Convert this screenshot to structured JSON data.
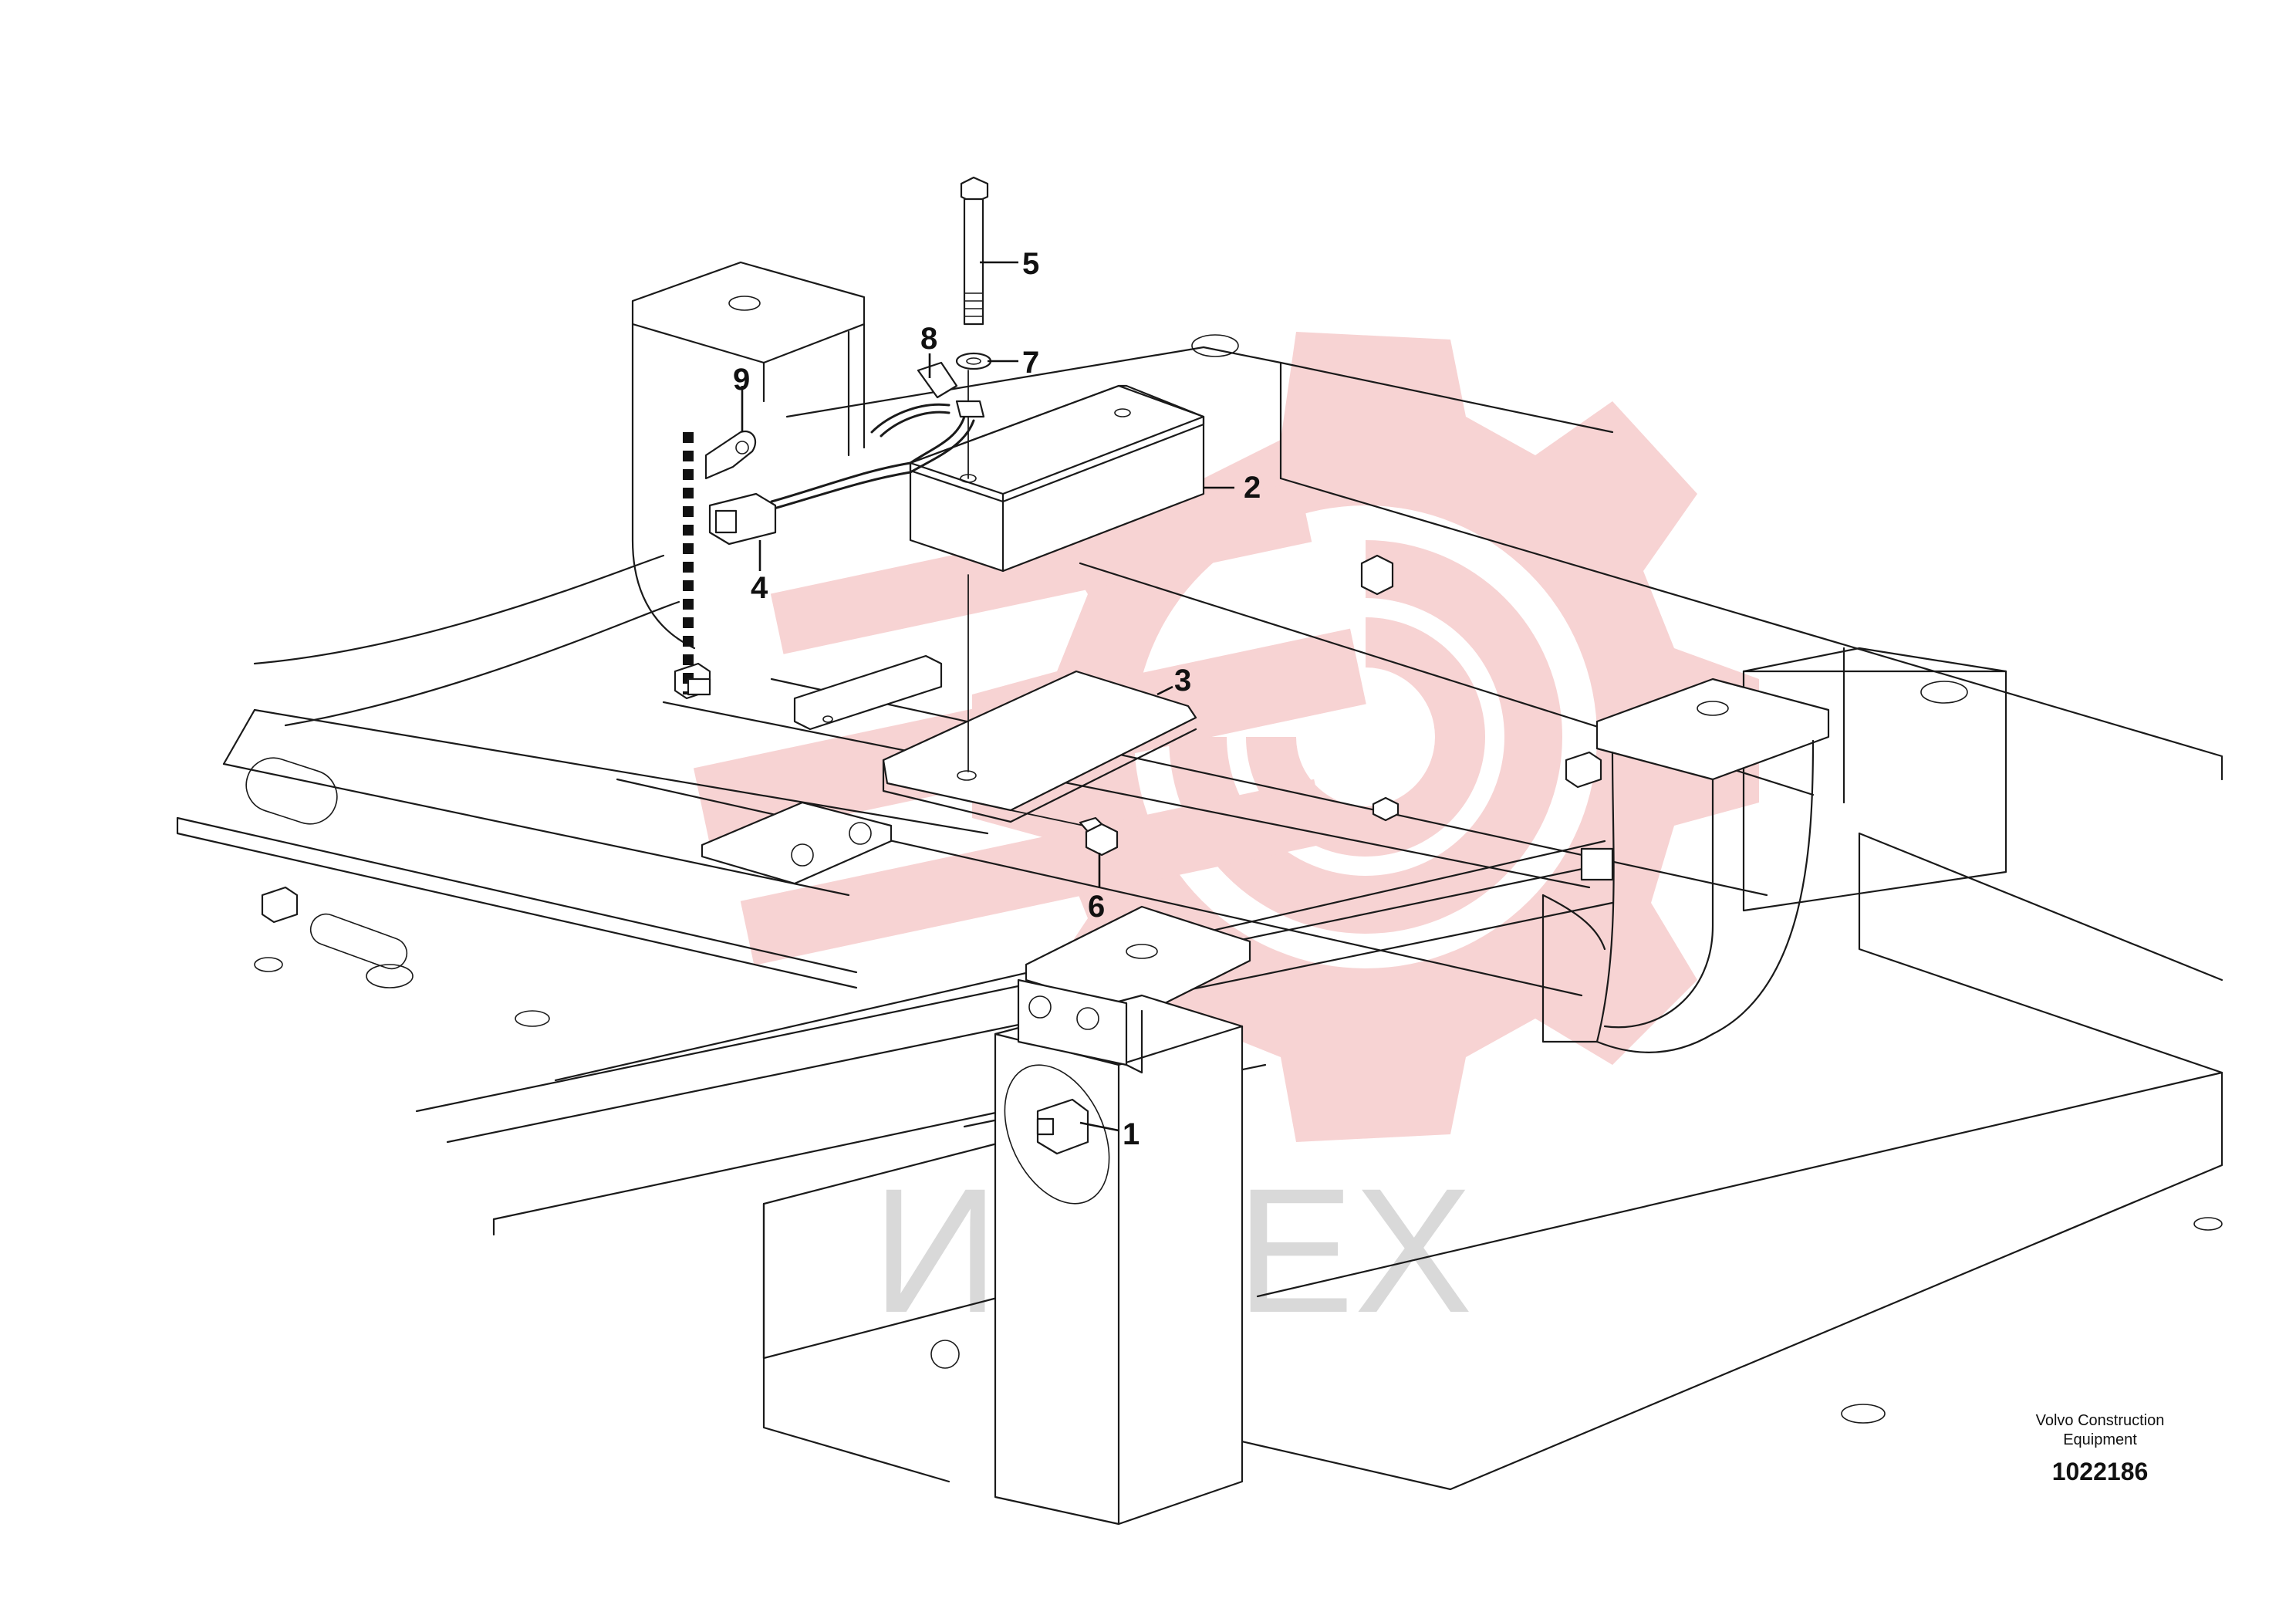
{
  "part_labels": [
    "1",
    "2",
    "3",
    "4",
    "5",
    "6",
    "7",
    "8",
    "9"
  ],
  "caption": {
    "company_line1": "Volvo Construction",
    "company_line2": "Equipment",
    "drawing_number": "1022186"
  },
  "watermark": {
    "text": "ИНТЕХ",
    "gear_color": "#f4c4c4",
    "text_color": "#d9d9d9"
  }
}
